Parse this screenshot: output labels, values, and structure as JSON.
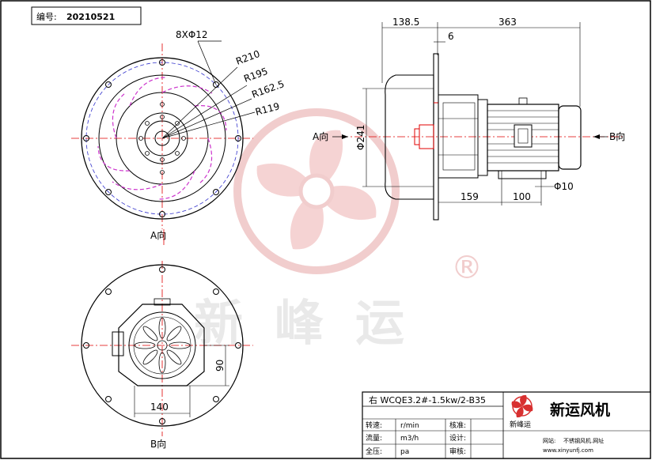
{
  "header": {
    "code_label": "编号:",
    "code_value": "20210521"
  },
  "front_view": {
    "bolt_holes": "8XΦ12",
    "radii": [
      "R210",
      "R195",
      "R162.5",
      "R119"
    ],
    "direction_label": "A向"
  },
  "side_view": {
    "dims_top": [
      "138.5",
      "363",
      "6"
    ],
    "dim_dia": "Φ241",
    "dims_bottom": [
      "159",
      "100"
    ],
    "dim_foot": "Φ10",
    "left_label": "A向",
    "right_label": "B向"
  },
  "rear_view": {
    "dim_height": "90",
    "dim_width": "140",
    "direction_label": "B向"
  },
  "watermark": {
    "text": "新峰运",
    "mark": "®"
  },
  "title_block": {
    "model": "右 WCQE3.2#-1.5kw/2-B35",
    "brand": "新运风机",
    "logo_text": "新峰运",
    "rows": [
      {
        "label": "转速:",
        "unit": "r/min",
        "right_label": "核准:"
      },
      {
        "label": "流量:",
        "unit": "m3/h",
        "right_label": "设计:"
      },
      {
        "label": "全压:",
        "unit": "pa",
        "right_label": "审核:"
      }
    ],
    "site_label": "网站:",
    "site_name": "不锈钢风机.网址",
    "site_url": "www.xinyunfj.com"
  },
  "colors": {
    "line": "#000000",
    "center": "#e00000",
    "blade": "#cc33cc",
    "hidden": "#3333cc",
    "watermark": "#e6a6a6"
  }
}
